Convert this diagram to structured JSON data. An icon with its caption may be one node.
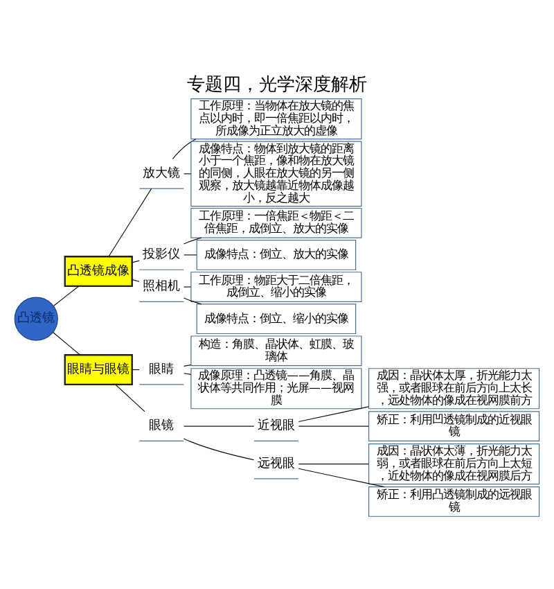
{
  "diagram": {
    "title": "专题四，光学深度解析",
    "nodes": [
      {
        "text": [
          "凸透镜"
        ]
      },
      {
        "text": [
          "凸透镜成像"
        ]
      },
      {
        "text": [
          "放大镜"
        ]
      },
      {
        "text": [
          "工作原理：当物体在放大镜的焦点以内时，即一倍焦距以内时，所成像为正立放大的虚像"
        ]
      },
      {
        "text": [
          "成像特点：物体到放大镜的距离小于一个焦距，像和物在放大镜的同侧，人眼在放大镜的另一侧观察，放大镜越靠近物体成像越小，反之越大"
        ]
      },
      {
        "text": [
          "投影仪"
        ]
      },
      {
        "text": [
          "工作原理：一倍焦距＜物距＜二倍焦距，成倒立、放大的实像"
        ]
      },
      {
        "text": [
          "成像特点：倒立、放大的实像"
        ]
      },
      {
        "text": [
          "照相机"
        ]
      },
      {
        "text": [
          "工作原理：物距大于二倍焦距，成倒立、缩小的实像"
        ]
      },
      {
        "text": [
          "成像特点：倒立、缩小的实像"
        ]
      },
      {
        "text": [
          "眼睛与眼镜"
        ]
      },
      {
        "text": [
          "眼睛"
        ]
      },
      {
        "text": [
          "构造：角膜、晶状体、虹膜、玻璃体"
        ]
      },
      {
        "text": [
          "成像原理：凸透镜——角膜、晶状体等共同作用；光屏——视网膜"
        ]
      },
      {
        "text": [
          "眼镜"
        ]
      },
      {
        "text": [
          "近视眼"
        ]
      },
      {
        "text": [
          "成因：晶状体太厚，折光能力太强，或者眼球在前后方向上太长，远处物体的像成在视网膜前方"
        ]
      },
      {
        "text": [
          "矫正：利用凹透镜制成的近视眼镜"
        ]
      },
      {
        "text": [
          "远视眼"
        ]
      },
      {
        "text": [
          "成因：晶状体太薄，折光能力太弱，或者眼球在前后方向上太短，近处物体的像成在视网膜后方"
        ]
      },
      {
        "text": [
          "矫正：利用凸透镜制成的远视眼镜"
        ]
      }
    ],
    "edges": [
      {
        "from": 0,
        "to": 1,
        "arrow": "none"
      },
      {
        "from": 1,
        "to": 2,
        "arrow": "none"
      },
      {
        "from": 2,
        "to": 3,
        "arrow": "none"
      },
      {
        "from": 2,
        "to": 4,
        "arrow": "none"
      },
      {
        "from": 1,
        "to": 5,
        "arrow": "none"
      },
      {
        "from": 5,
        "to": 6,
        "arrow": "none"
      },
      {
        "from": 5,
        "to": 7,
        "arrow": "none"
      },
      {
        "from": 1,
        "to": 8,
        "arrow": "none"
      },
      {
        "from": 8,
        "to": 9,
        "arrow": "none"
      },
      {
        "from": 8,
        "to": 10,
        "arrow": "none"
      },
      {
        "from": 0,
        "to": 11,
        "arrow": "none"
      },
      {
        "from": 11,
        "to": 12,
        "arrow": "none"
      },
      {
        "from": 12,
        "to": 13,
        "arrow": "none"
      },
      {
        "from": 12,
        "to": 14,
        "arrow": "none"
      },
      {
        "from": 11,
        "to": 15,
        "arrow": "none"
      },
      {
        "from": 15,
        "to": 16,
        "arrow": "none"
      },
      {
        "from": 16,
        "to": 17,
        "arrow": "none"
      },
      {
        "from": 16,
        "to": 18,
        "arrow": "none"
      },
      {
        "from": 15,
        "to": 19,
        "arrow": "none"
      },
      {
        "from": 19,
        "to": 20,
        "arrow": "none"
      },
      {
        "from": 19,
        "to": 21,
        "arrow": "none"
      }
    ]
  }
}
